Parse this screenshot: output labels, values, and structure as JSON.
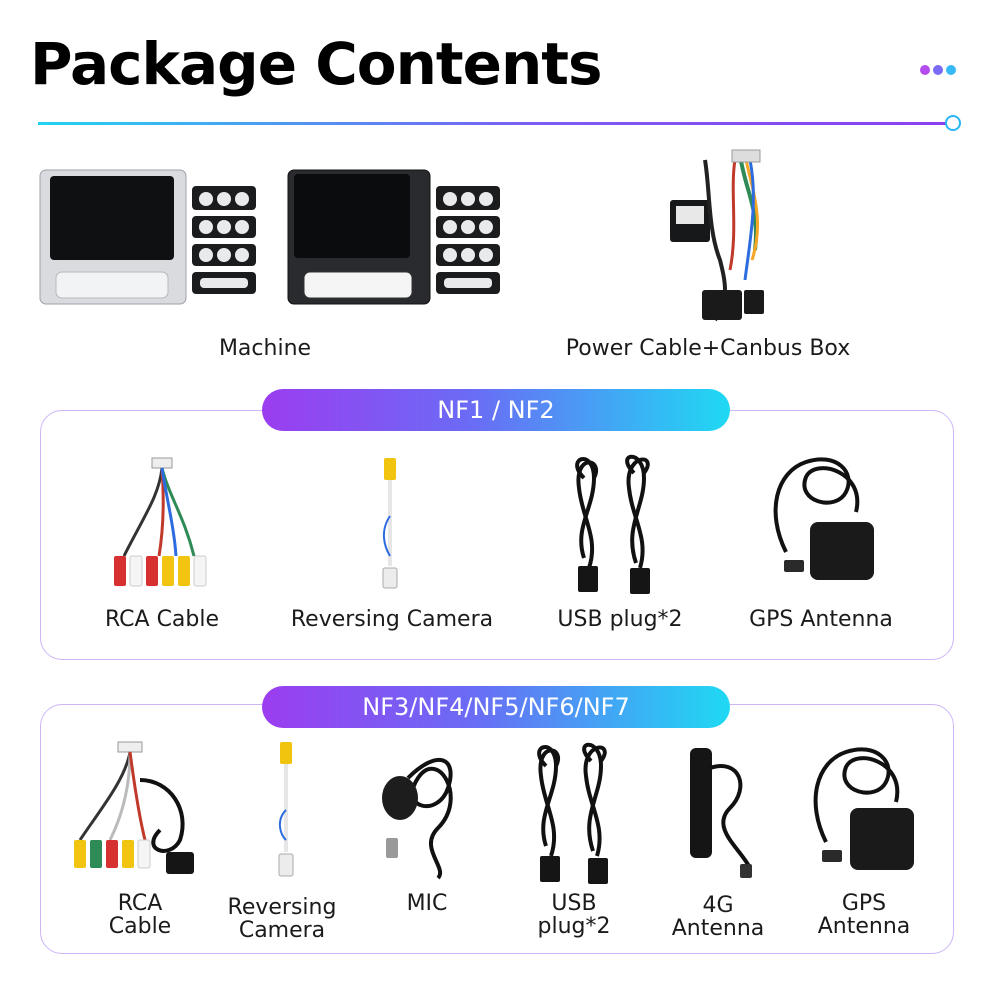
{
  "header": {
    "title": "Package Contents"
  },
  "top_row": {
    "machine_label": "Machine",
    "power_label": "Power Cable+Canbus Box"
  },
  "section1": {
    "badge": "NF1 / NF2",
    "items": [
      "RCA Cable",
      "Reversing Camera",
      "USB plug*2",
      "GPS Antenna"
    ]
  },
  "section2": {
    "badge": "NF3/NF4/NF5/NF6/NF7",
    "items": [
      {
        "line1": "RCA",
        "line2": "Cable"
      },
      {
        "line1": "Reversing",
        "line2": "Camera"
      },
      {
        "line1": "MIC",
        "line2": ""
      },
      {
        "line1": "USB",
        "line2": "plug*2"
      },
      {
        "line1": "4G",
        "line2": "Antenna"
      },
      {
        "line1": "GPS",
        "line2": "Antenna"
      }
    ]
  },
  "colors": {
    "dot1": "#b44cf0",
    "dot2": "#7a6af5",
    "dot3": "#37b9f5"
  }
}
